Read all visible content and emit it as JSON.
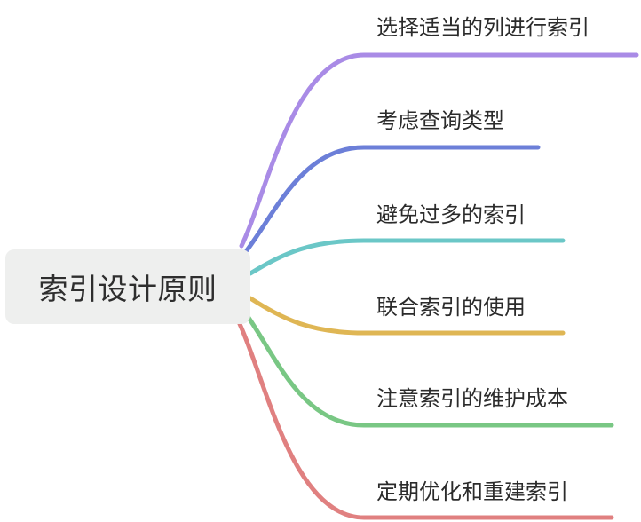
{
  "root": {
    "label": "索引设计原则",
    "fill": "#eeefee"
  },
  "topics": [
    {
      "label": "选择适当的列进行索引",
      "color": "#a98be6"
    },
    {
      "label": "考虑查询类型",
      "color": "#6c7fd8"
    },
    {
      "label": "避免过多的索引",
      "color": "#6bc7c7"
    },
    {
      "label": "联合索引的使用",
      "color": "#dfb654"
    },
    {
      "label": "注意索引的维护成本",
      "color": "#79c784"
    },
    {
      "label": "定期优化和重建索引",
      "color": "#e08080"
    }
  ]
}
